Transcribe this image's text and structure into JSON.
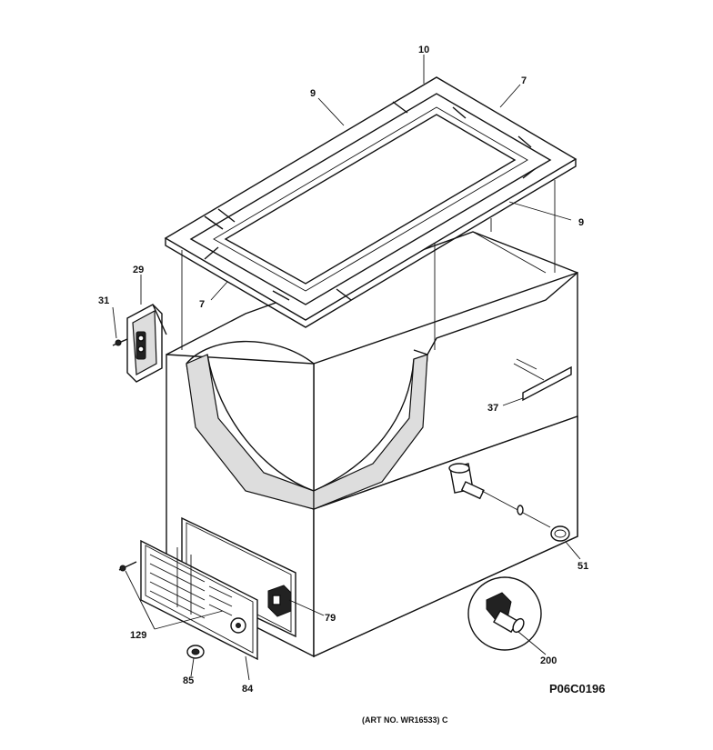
{
  "diagram": {
    "part_labels": {
      "p10": "10",
      "p7_top": "7",
      "p9_top": "9",
      "p9_right": "9",
      "p7_left": "7",
      "p29": "29",
      "p31": "31",
      "p37": "37",
      "p51": "51",
      "p79": "79",
      "p129": "129",
      "p200": "200",
      "p85": "85",
      "p84": "84"
    },
    "diagram_code": "P06C0196",
    "art_number": "(ART NO. WR16533) C"
  }
}
